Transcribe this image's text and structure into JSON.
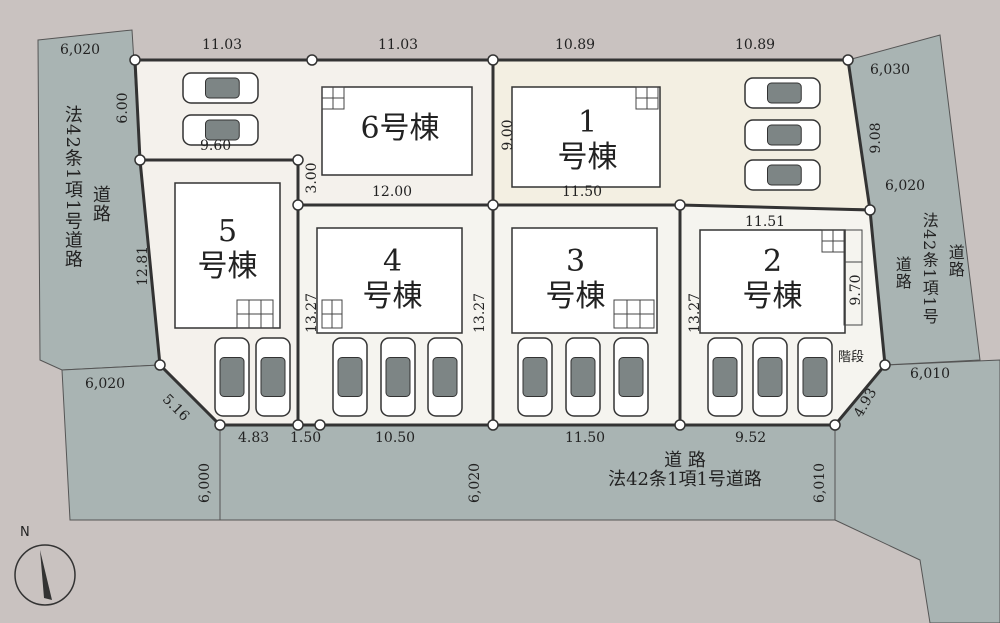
{
  "buildings": {
    "b6": {
      "label": "6号棟"
    },
    "b1": {
      "num": "1",
      "label": "号棟"
    },
    "b5": {
      "num": "5",
      "label": "号棟"
    },
    "b4": {
      "num": "4",
      "label": "号棟"
    },
    "b3": {
      "num": "3",
      "label": "号棟"
    },
    "b2": {
      "num": "2",
      "label": "号棟"
    }
  },
  "dimensions": {
    "top_6_left": "11.03",
    "top_6_right": "11.03",
    "top_1_left": "10.89",
    "top_1_right": "10.89",
    "left_road_width": "6,020",
    "right_road_width_top": "6,030",
    "right_road_width_mid": "6,020",
    "right_road_width_bottom": "6,010",
    "left_road_width_bottom": "6,020",
    "lot6_left": "6.00",
    "lot6_inner": "9.60",
    "lot6_step": "3.00",
    "b6_bottom": "12.00",
    "b1_side": "9.00",
    "b1_bottom": "11.50",
    "right_top_side": "9.08",
    "lot5_left": "12.81",
    "lot2_top": "11.51",
    "lot2_right": "9.70",
    "lot4_left": "13.27",
    "lot4_right": "13.27",
    "lot2_left": "13.27",
    "corner_left": "5.16",
    "bottom_5": "4.83",
    "bottom_gap": "1.50",
    "bottom_4": "10.50",
    "bottom_3": "11.50",
    "bottom_2": "9.52",
    "corner_right": "4.93",
    "road_bottom_left": "6,000",
    "road_bottom_mid": "6,020",
    "road_bottom_right": "6,010"
  },
  "roads": {
    "bottom_line1": "道 路",
    "bottom_line2": "法42条1項1号道路",
    "left_vertical_a": "法42条1項1号道路",
    "left_vertical_b": "道路",
    "right_vertical_a": "法42条1項1号",
    "right_vertical_b": "道路",
    "right_vertical_c": "道路"
  },
  "stairs_label": "階段",
  "north_label": "N"
}
